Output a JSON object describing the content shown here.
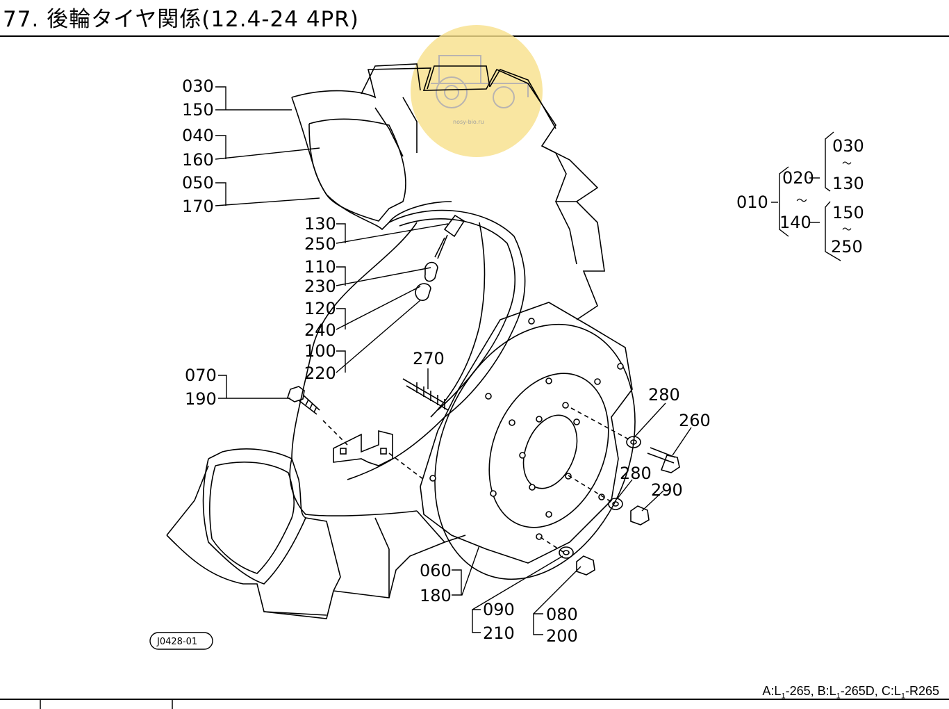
{
  "title": "77. 後輪タイヤ関係(12.4-24 4PR)",
  "footer": {
    "a": "A:L",
    "a_sub": "1",
    "a_rest": "-265,",
    "b": "B:L",
    "b_sub": "1",
    "b_rest": "-265D,",
    "c": "C:L",
    "c_sub": "1",
    "c_rest": "-R265"
  },
  "figure_id": "J0428-01",
  "watermark": "nosy-bio.ru",
  "callouts": {
    "p030": "030",
    "p150": "150",
    "p040": "040",
    "p160": "160",
    "p050": "050",
    "p170": "170",
    "p130": "130",
    "p250": "250",
    "p110": "110",
    "p230": "230",
    "p120": "120",
    "p240": "240",
    "p100": "100",
    "p220": "220",
    "p070": "070",
    "p190": "190",
    "p270": "270",
    "p280a": "280",
    "p260": "260",
    "p280b": "280",
    "p290": "290",
    "p060": "060",
    "p180": "180",
    "p090": "090",
    "p210": "210",
    "p080": "080",
    "p200": "200"
  },
  "legend": {
    "l010": "010",
    "l020": "020",
    "l140": "140",
    "l030": "030",
    "l130": "130",
    "l150": "150",
    "l250": "250",
    "tilde": "〜"
  },
  "colors": {
    "line": "#000000",
    "watermark": "#f7e08a"
  }
}
